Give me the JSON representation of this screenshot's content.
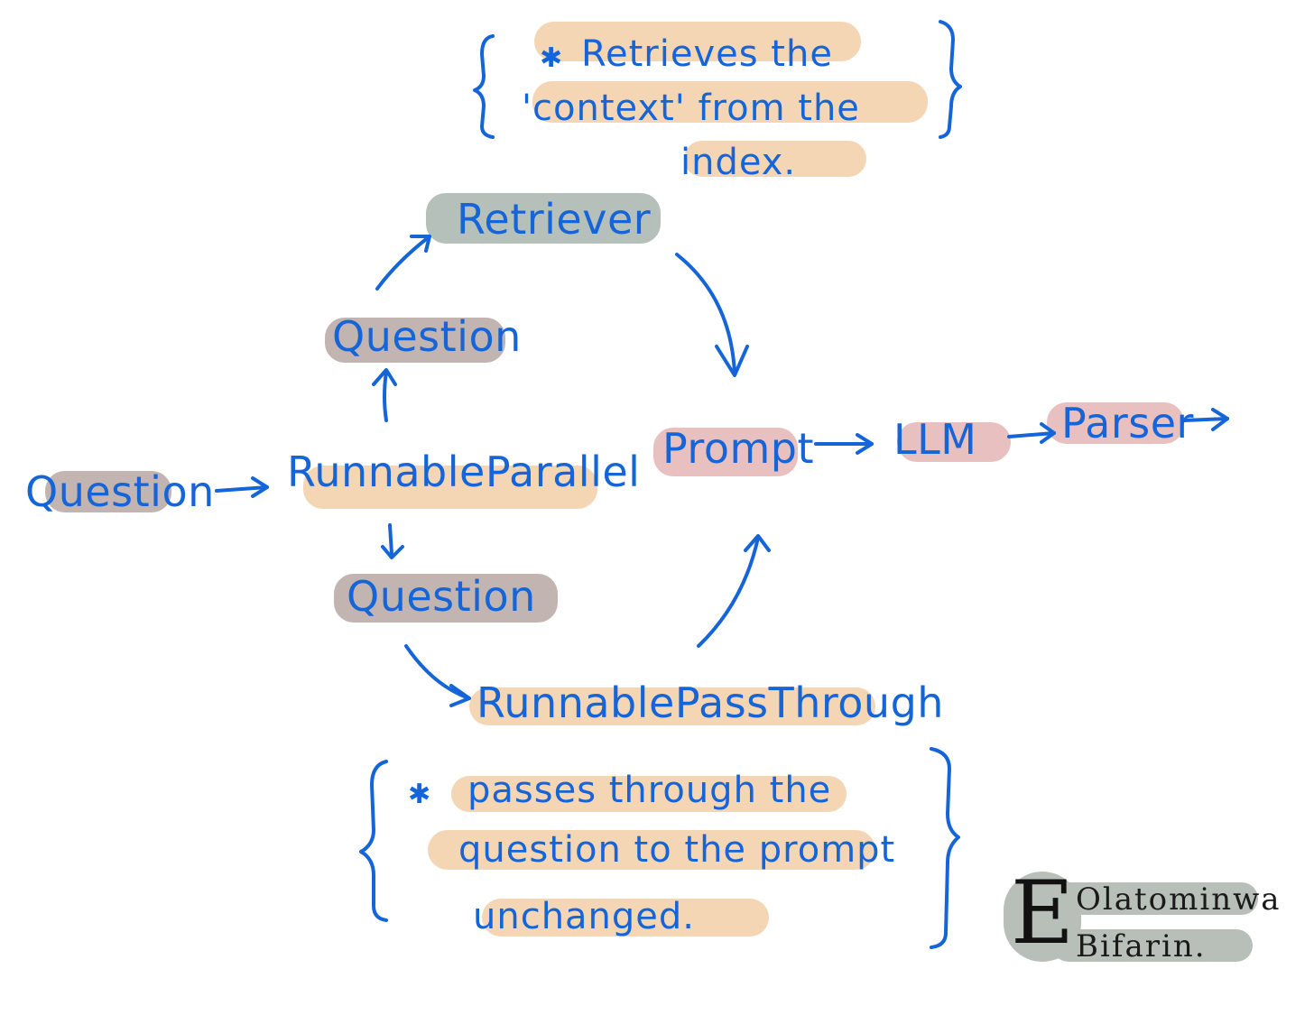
{
  "nodes": {
    "question_input": "Question",
    "runnable_parallel": "RunnableParallel",
    "question_up": "Question",
    "retriever": "Retriever",
    "question_down": "Question",
    "runnable_passthrough": "RunnablePassThrough",
    "prompt": "Prompt",
    "llm": "LLM",
    "parser": "Parser"
  },
  "notes": {
    "retriever_note": {
      "line1": "Retrieves the",
      "line2": "'context' from the",
      "line3": "index."
    },
    "passthrough_note": {
      "line1": "passes through the",
      "line2": "question to the prompt",
      "line3": "unchanged."
    }
  },
  "signature": {
    "monogram": "E",
    "first_name": "Olatominwa",
    "last_name": "Bifarin."
  },
  "colors": {
    "ink": "#1565d8",
    "peach_highlight": "#f4d6b5",
    "grey_highlight": "#b5c0bb",
    "mauve_highlight": "#c2b4b1",
    "pink_highlight": "#e8c0c0"
  }
}
